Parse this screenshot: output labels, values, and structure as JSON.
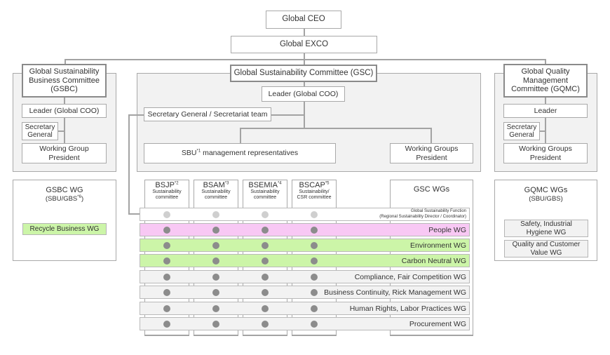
{
  "top": {
    "ceo": "Global CEO",
    "exco": "Global EXCO"
  },
  "gsbc": {
    "title": "Global Sustainability Business Committee (GSBC)",
    "leader": "Leader (Global COO)",
    "secretary": "Secretary General",
    "wg_president": "Working Group President",
    "wg_title": "GSBC WG",
    "wg_sub": "(SBU/GBS",
    "wg_sub_sup": "*6",
    "wg_sub_end": ")",
    "wg_item": "Recycle Business WG"
  },
  "gsc": {
    "title": "Global Sustainability Committee (GSC)",
    "leader": "Leader (Global COO)",
    "secretariat": "Secretary General / Secretariat team",
    "sbu_rep_pre": "SBU",
    "sbu_rep_sup": "*1",
    "sbu_rep_post": " management representatives",
    "wg_president": "Working Groups President",
    "wgs_title": "GSC WGs"
  },
  "gqmc": {
    "title": "Global Quality Management Committee (GQMC)",
    "leader": "Leader",
    "secretary": "Secretary General",
    "wg_president": "Working Groups President",
    "wg_title": "GQMC WGs",
    "wg_sub": "(SBU/GBS)",
    "items": [
      "Safety, Industrial Hygiene WG",
      "Quality and Customer Value WG"
    ]
  },
  "sbus": [
    {
      "name": "BSJP",
      "sup": "*2",
      "sub": "Sustainability committee"
    },
    {
      "name": "BSAM",
      "sup": "*3",
      "sub": "Sustainability committee"
    },
    {
      "name": "BSEMIA",
      "sup": "*4",
      "sub": "Sustainability committee"
    },
    {
      "name": "BSCAP",
      "sup": "*5",
      "sub": "Sustainability/ CSR committee"
    }
  ],
  "function_row": {
    "line1": "Global Sustainability Function",
    "line2": "(Regional Sustainability Director / Coordinator)"
  },
  "wg_rows": [
    {
      "label": "People WG",
      "fill": "#f8c8f4"
    },
    {
      "label": "Environment WG",
      "fill": "#ccf5a8"
    },
    {
      "label": "Carbon Neutral WG",
      "fill": "#ccf5a8"
    },
    {
      "label": "Compliance, Fair Competition WG",
      "fill": "#f2f2f2"
    },
    {
      "label": "Business Continuity, Rick Management WG",
      "fill": "#f2f2f2"
    },
    {
      "label": "Human Rights, Labor Practices WG",
      "fill": "#f2f2f2"
    },
    {
      "label": "Procurement WG",
      "fill": "#f2f2f2"
    }
  ],
  "colors": {
    "line": "#a3a3a3",
    "dot": "#8c8c8c",
    "dot_light": "#cfcfcf",
    "green": "#ccf5a8",
    "pink": "#f8c8f4"
  }
}
